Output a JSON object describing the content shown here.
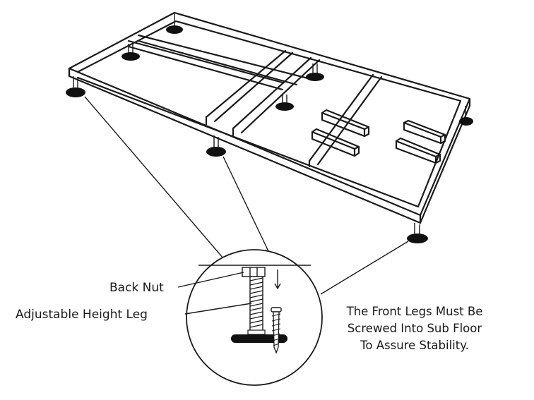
{
  "labels": {
    "back_nut": "Back Nut",
    "adjustable_leg": "Adjustable Height Leg"
  },
  "caption": {
    "line1": "The Front Legs Must Be",
    "line2": "Screwed Into Sub Floor",
    "line3": "To Assure Stability."
  },
  "colors": {
    "ink": "#1a1a1a",
    "background": "#ffffff"
  },
  "icons": [
    "screw-icon",
    "down-arrow-icon"
  ]
}
